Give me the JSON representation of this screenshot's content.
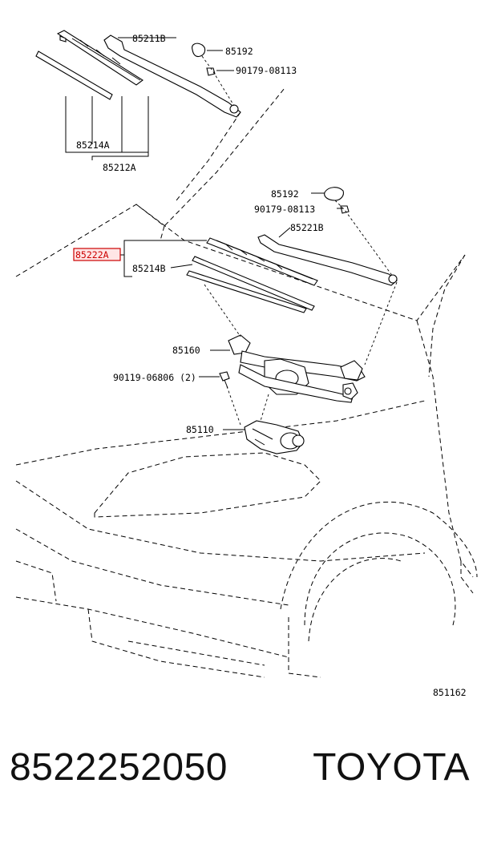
{
  "callouts": {
    "c85211B": "85211B",
    "c85192_top": "85192",
    "c90179_top": "90179-08113",
    "c85214A": "85214A",
    "c85212A": "85212A",
    "c85192_mid": "85192",
    "c90179_mid": "90179-08113",
    "c85221B": "85221B",
    "c85222A": "85222A",
    "c85214B": "85214B",
    "c85160": "85160",
    "c90119": "90119-06806 (2)",
    "c85110": "85110"
  },
  "diagram_id": "851162",
  "footer": {
    "part_number": "8522252050",
    "brand": "TOYOTA"
  },
  "colors": {
    "highlight": "#cc0000",
    "line": "#000000"
  }
}
